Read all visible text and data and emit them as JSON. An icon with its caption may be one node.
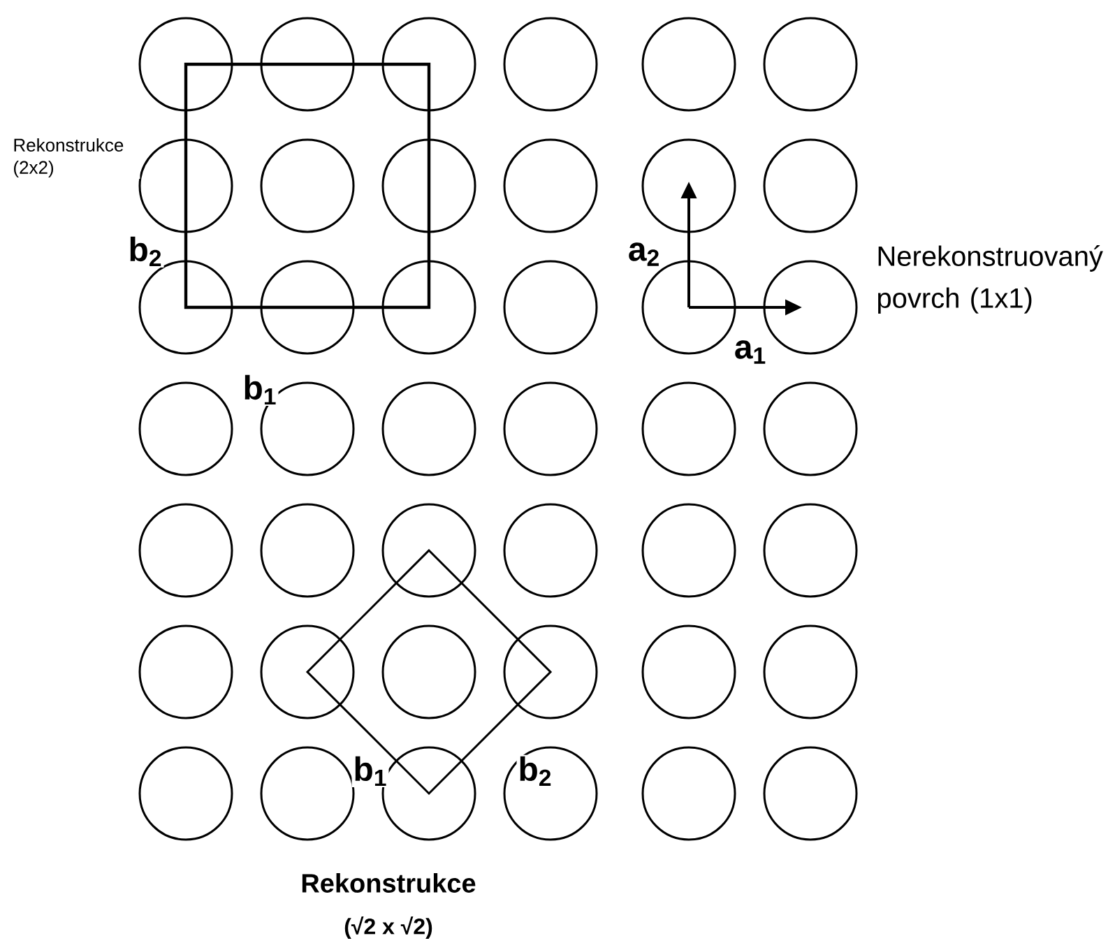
{
  "diagram": {
    "labels": [
      "Rekonstrukce (2x2)",
      "b$_{2}$",
      "a$_{2}$",
      "Nerekonstruovaný povrch (1x1)",
      "b$_{1}$",
      "a$_{1}$",
      "b$_{1}$",
      "b$_{2}$",
      "Rekonstrukce",
      "(√2  x  √2)"
    ]
  }
}
